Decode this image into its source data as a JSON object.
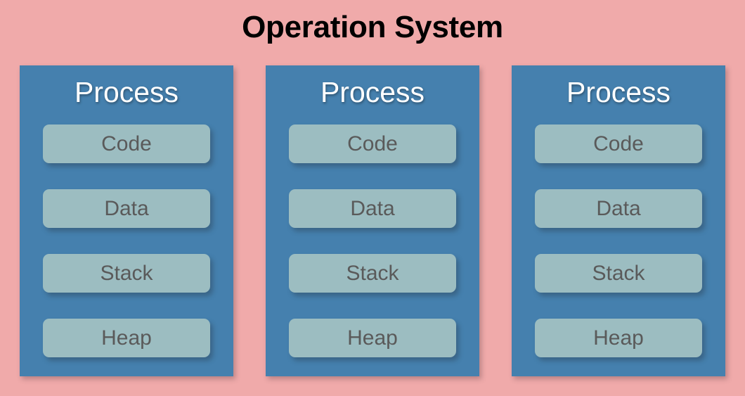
{
  "diagram": {
    "title": "Operation System",
    "background_color": "#F0AAAA",
    "panel_color": "#4580AE",
    "segment_color": "#9CBDC1",
    "title_color": "#000000",
    "heading_color": "#FFFFFF",
    "segment_label_color": "#5A5A5A",
    "processes": [
      {
        "heading": "Process",
        "segments": [
          {
            "label": "Code"
          },
          {
            "label": "Data"
          },
          {
            "label": "Stack"
          },
          {
            "label": "Heap"
          }
        ]
      },
      {
        "heading": "Process",
        "segments": [
          {
            "label": "Code"
          },
          {
            "label": "Data"
          },
          {
            "label": "Stack"
          },
          {
            "label": "Heap"
          }
        ]
      },
      {
        "heading": "Process",
        "segments": [
          {
            "label": "Code"
          },
          {
            "label": "Data"
          },
          {
            "label": "Stack"
          },
          {
            "label": "Heap"
          }
        ]
      }
    ]
  }
}
